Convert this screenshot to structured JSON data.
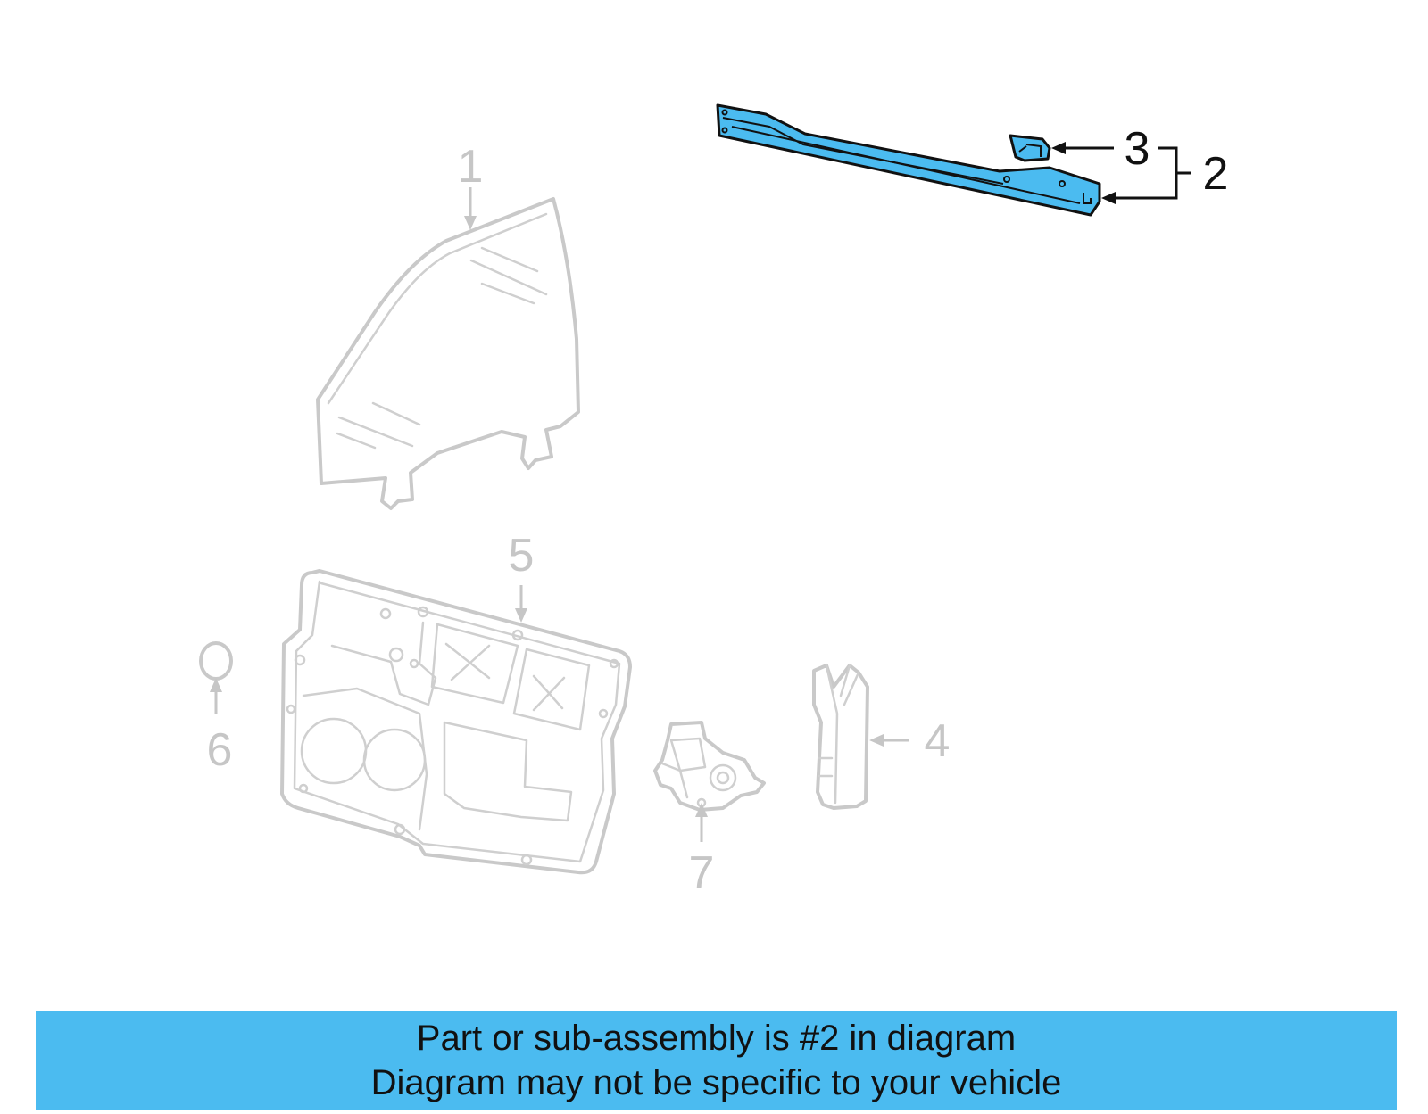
{
  "callouts": {
    "c1": "1",
    "c2": "2",
    "c3": "3",
    "c4": "4",
    "c5": "5",
    "c6": "6",
    "c7": "7"
  },
  "banner": {
    "line1": "Part or sub-assembly is #2 in diagram",
    "line2": "Diagram may not be specific to your vehicle"
  },
  "colors": {
    "highlight": "#4bbbf0",
    "ghost_parts": "#c9c9c9",
    "banner_background": "#4bbbf0"
  }
}
